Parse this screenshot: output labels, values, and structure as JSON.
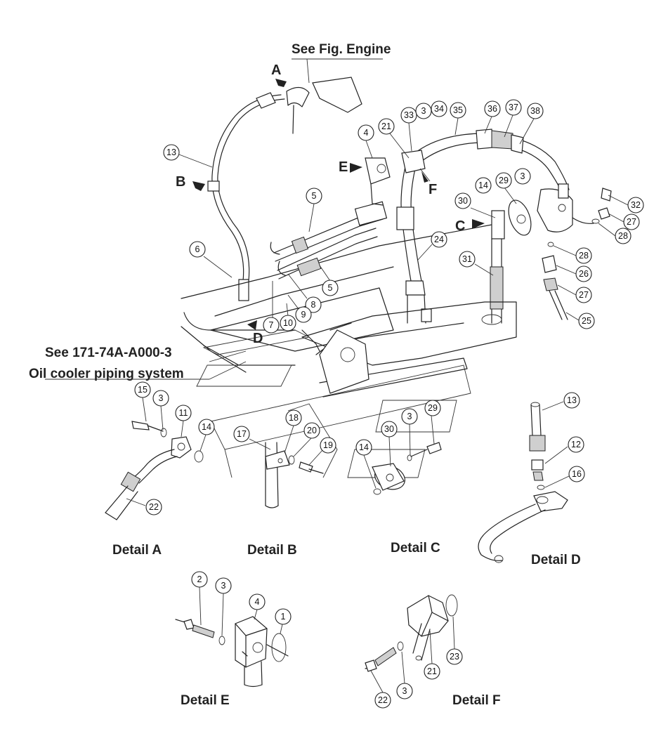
{
  "references": {
    "engine": "See Fig. Engine",
    "oil_cooler_ref": "See 171-74A-A000-3",
    "oil_cooler_system": "Oil cooler piping system"
  },
  "view_letters": {
    "a": "A",
    "b": "B",
    "c": "C",
    "d": "D",
    "e": "E",
    "f": "F"
  },
  "details": {
    "a": "Detail A",
    "b": "Detail B",
    "c": "Detail C",
    "d": "Detail D",
    "e": "Detail E",
    "f": "Detail F"
  },
  "part_numbers": {
    "main": [
      "13",
      "4",
      "5",
      "6",
      "5",
      "8",
      "9",
      "10",
      "7",
      "33",
      "3",
      "34",
      "35",
      "36",
      "37",
      "38",
      "21",
      "14",
      "29",
      "3",
      "30",
      "24",
      "31",
      "32",
      "27",
      "28",
      "28",
      "26",
      "27",
      "25"
    ],
    "detail_a": [
      "15",
      "3",
      "11",
      "14",
      "22"
    ],
    "detail_b": [
      "17",
      "18",
      "20",
      "19"
    ],
    "detail_c": [
      "29",
      "3",
      "30",
      "14"
    ],
    "detail_d": [
      "13",
      "12",
      "16"
    ],
    "detail_e": [
      "2",
      "3",
      "4",
      "1"
    ],
    "detail_f": [
      "22",
      "3",
      "21",
      "23"
    ]
  }
}
